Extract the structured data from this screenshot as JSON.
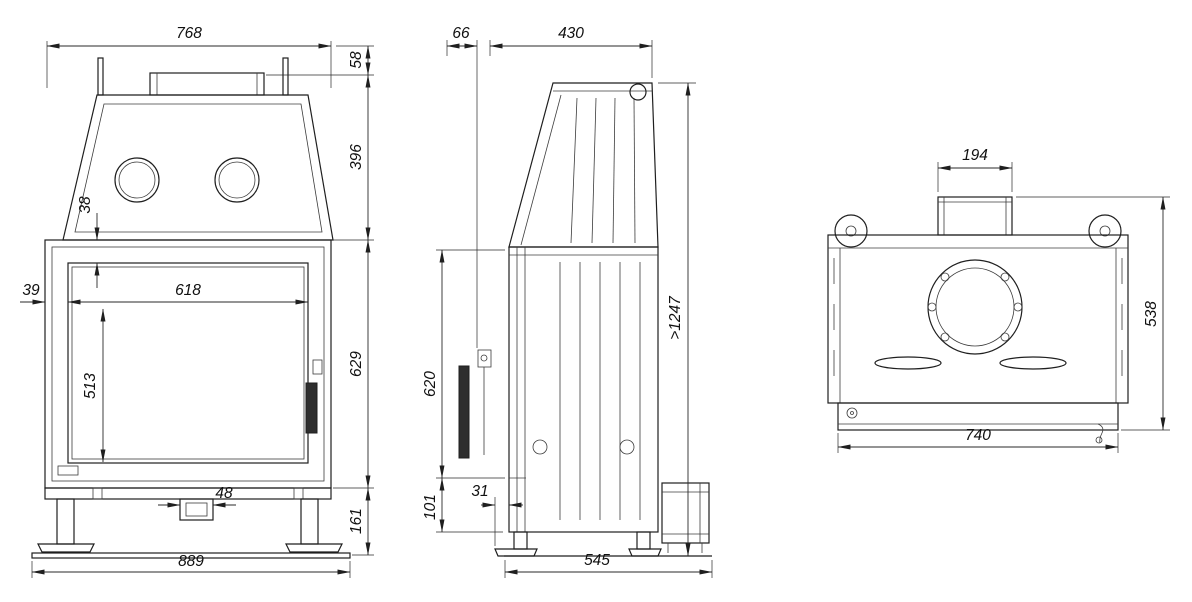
{
  "views": {
    "front": {
      "dims": {
        "top_width": "768",
        "collar_height": "58",
        "hood_height": "396",
        "glass_top_offset": "38",
        "frame_left": "39",
        "glass_width": "618",
        "glass_height": "513",
        "body_height": "629",
        "drawer_width": "48",
        "base_height": "161",
        "overall_width": "889"
      }
    },
    "side": {
      "dims": {
        "handle_offset": "66",
        "top_depth": "430",
        "overall_height": ">1247",
        "body_height": "620",
        "base_height": "101",
        "foot_inset": "31",
        "overall_depth": "545"
      }
    },
    "rear": {
      "dims": {
        "flue_width": "194",
        "overall_height": "538",
        "base_width": "740"
      }
    }
  }
}
